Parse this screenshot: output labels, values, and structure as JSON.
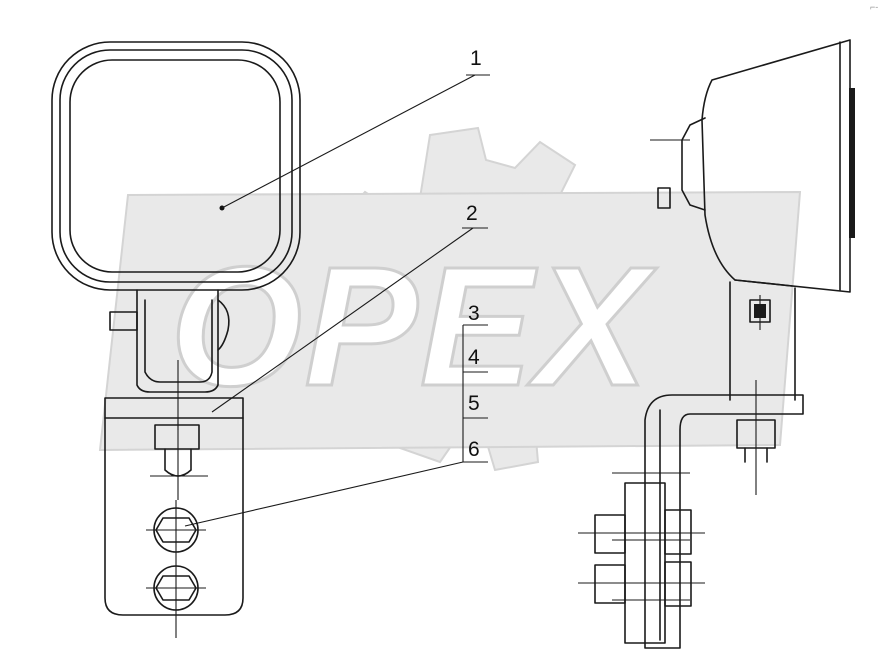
{
  "watermark": {
    "text": "OPEX"
  },
  "callouts": [
    {
      "id": "1",
      "label": "1"
    },
    {
      "id": "2",
      "label": "2"
    },
    {
      "id": "3",
      "label": "3"
    },
    {
      "id": "4",
      "label": "4"
    },
    {
      "id": "5",
      "label": "5"
    },
    {
      "id": "6",
      "label": "6"
    }
  ],
  "corner_mark": "⌐-"
}
